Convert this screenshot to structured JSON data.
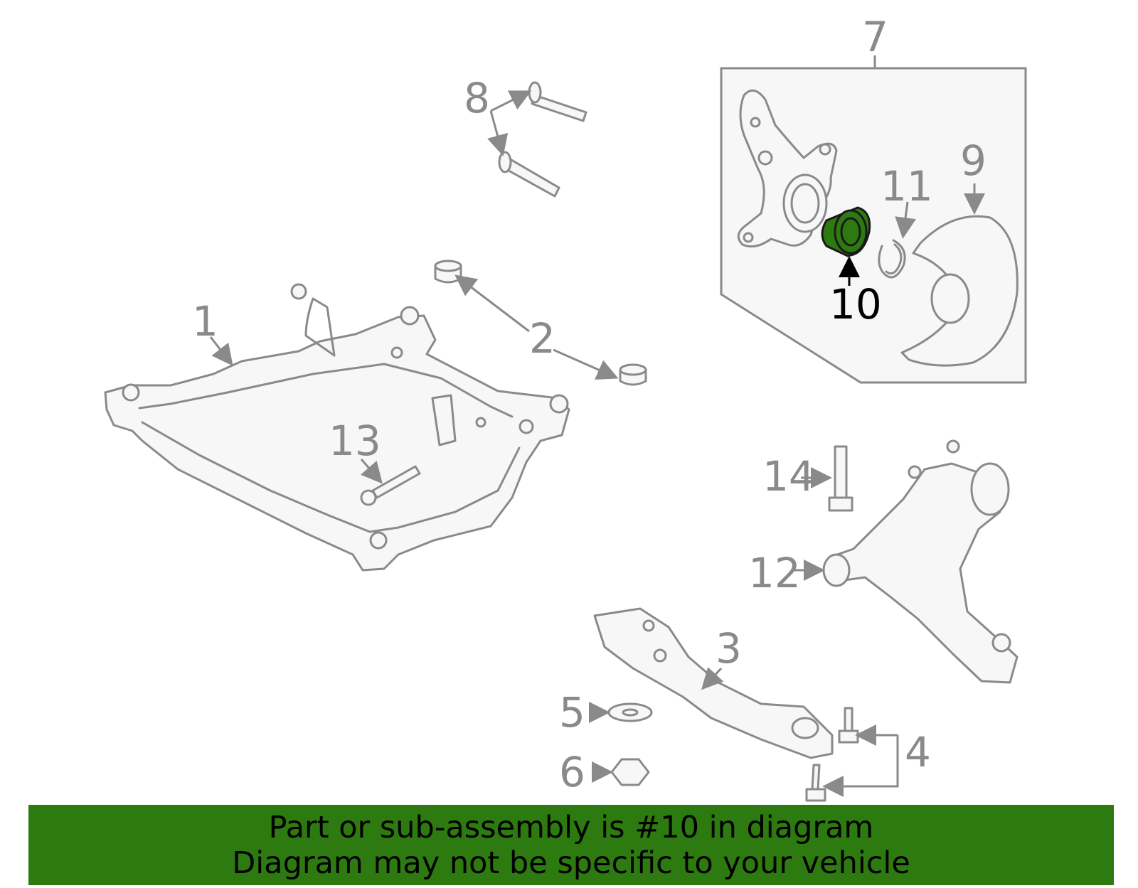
{
  "callouts": {
    "c1": "1",
    "c2": "2",
    "c3": "3",
    "c4": "4",
    "c5": "5",
    "c6": "6",
    "c7": "7",
    "c8": "8",
    "c9": "9",
    "c10": "10",
    "c11": "11",
    "c12": "12",
    "c13": "13",
    "c14": "14"
  },
  "highlighted_part": "10",
  "colors": {
    "line": "#8a8a8a",
    "highlight": "#2d7a10",
    "banner": "#2d7a10",
    "text": "#000000"
  },
  "banner": {
    "line1": "Part or sub-assembly is #10 in diagram",
    "line2": "Diagram may not be specific to your vehicle"
  }
}
